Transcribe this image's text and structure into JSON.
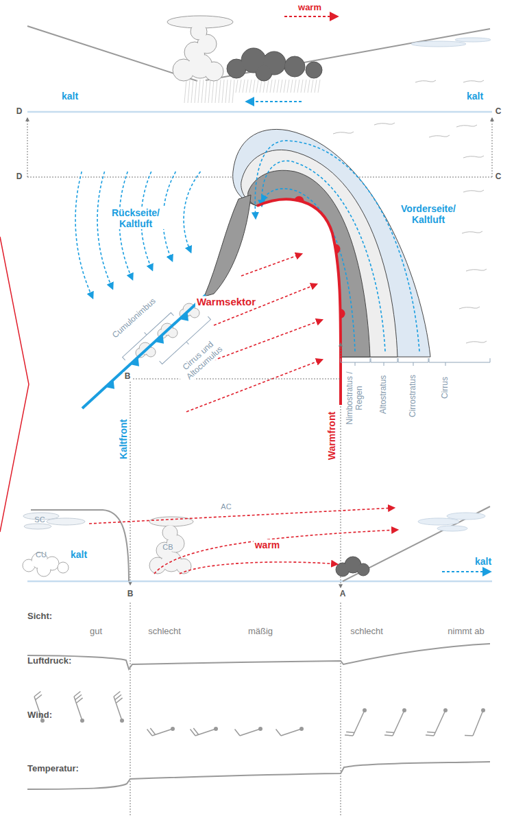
{
  "diagram": {
    "labels": [
      "warm",
      "kalt",
      "kalt",
      "D",
      "C",
      "D",
      "C",
      "Rückseite/ Kaltluft",
      "Vorderseite/ Kaltluft",
      "Warmsektor",
      "Cumulonimbus",
      "Cirrus und Altocumulus",
      "B",
      "Kaltfront",
      "Warmfront",
      "Nimbostratus / Regen",
      "Altostratus",
      "Cirrostratus",
      "Cirrus",
      "SC",
      "AC",
      "CB",
      "CU",
      "kalt",
      "warm",
      "kalt",
      "B",
      "A",
      "Sicht:",
      "gut",
      "schlecht",
      "mäßig",
      "schlecht",
      "nimmt ab",
      "Luftdruck:",
      "Wind:",
      "Temperatur:"
    ]
  }
}
